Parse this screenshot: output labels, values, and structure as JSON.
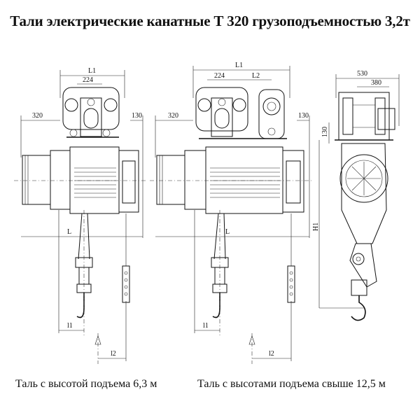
{
  "title": "Тали электрические канатные Т 320 грузоподъемностью 3,2т",
  "captions": {
    "left": "Таль с высотой подъема 6,3 м",
    "right": "Таль с высотами подъема свыше 12,5 м"
  },
  "dimensions": {
    "left_view": {
      "top_overall": "L1",
      "top_inner": "224",
      "left_offset": "320",
      "right_offset": "130",
      "overall": "L",
      "bottom_1": "l1",
      "bottom_2": "l2"
    },
    "middle_view": {
      "top_overall": "L1",
      "top_inner": "224",
      "top_second": "L2",
      "left_offset": "320",
      "right_offset": "130",
      "overall": "L",
      "bottom_1": "l1",
      "bottom_2": "l2"
    },
    "side_view": {
      "top_overall": "530",
      "top_inner": "380",
      "side_offset": "130",
      "height": "H1"
    }
  }
}
